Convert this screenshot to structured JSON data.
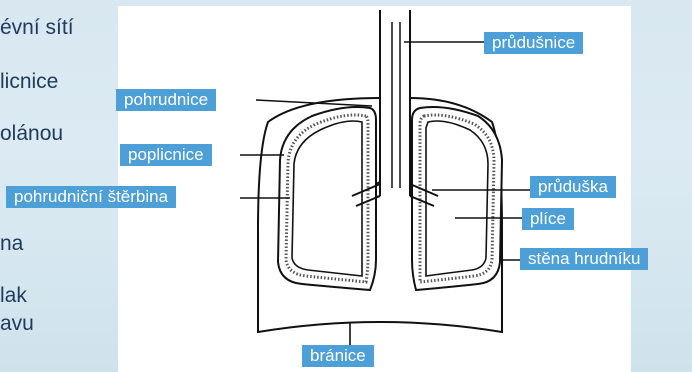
{
  "side_text": [
    "évní sítí",
    "licnice",
    "olánou",
    "na",
    "lak",
    "avu"
  ],
  "labels": {
    "prudusnice": "průdušnice",
    "pohrudnice": "pohrudnice",
    "poplicnice": "poplicnice",
    "pohrudnicni_sterbina": "pohrudniční štěrbina",
    "pruduska": "průduška",
    "plice": "plíce",
    "stena_hrudniku": "stěna hrudníku",
    "branice": "bránice"
  },
  "colors": {
    "label_bg": "#4d9fd8",
    "label_text": "#ffffff",
    "line": "#111111",
    "side_text": "#1f3a5a"
  }
}
